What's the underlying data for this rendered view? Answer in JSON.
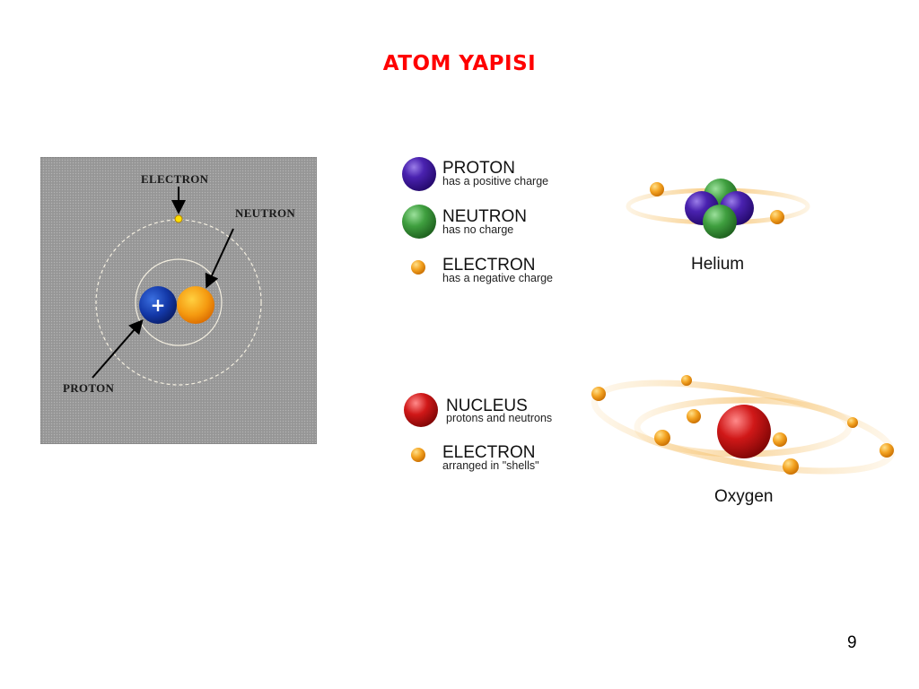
{
  "slide": {
    "title": "ATOM YAPISI",
    "page_number": "9"
  },
  "diagram": {
    "labels": {
      "electron": "ELECTRON",
      "neutron": "NEUTRON",
      "proton": "PROTON"
    },
    "proton_symbol": "+"
  },
  "legend_top": [
    {
      "title": "PROTON",
      "subtitle": "has a positive charge",
      "color": "#4b1aa8"
    },
    {
      "title": "NEUTRON",
      "subtitle": "has no charge",
      "color": "#3fa03f"
    },
    {
      "title": "ELECTRON",
      "subtitle": "has a negative charge",
      "color": "#f2a020"
    }
  ],
  "legend_bottom": [
    {
      "title": "NUCLEUS",
      "subtitle": "protons and neutrons",
      "color": "#cc1010"
    },
    {
      "title": "ELECTRON",
      "subtitle": "arranged in \"shells\"",
      "color": "#f2a020"
    }
  ],
  "atoms": {
    "helium": "Helium",
    "oxygen": "Oxygen"
  }
}
